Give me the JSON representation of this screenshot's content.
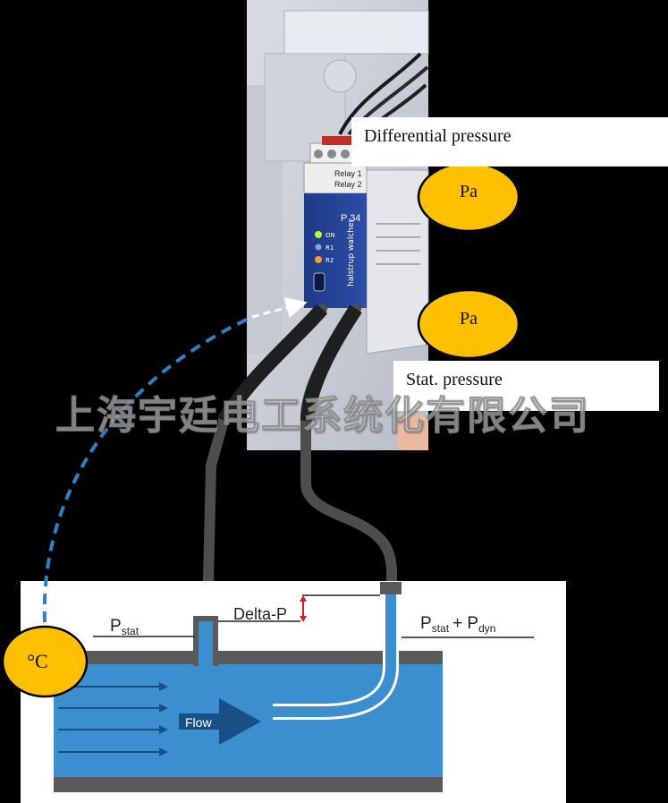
{
  "labels": {
    "differential_pressure": "Differential pressure",
    "static_pressure": "Stat. pressure"
  },
  "sensor_badges": {
    "pa_top": "Pa",
    "pa_bottom": "Pa",
    "temperature": "°C"
  },
  "device": {
    "relay1": "Relay 1",
    "relay2": "Relay 2",
    "model": "P 34",
    "led_on": "ON",
    "led_r1": "R1",
    "led_r2": "R2",
    "brand": "halstrup walcher"
  },
  "diagram": {
    "p_stat": "P",
    "p_stat_sub": "stat",
    "delta_p": "Delta-P",
    "p_stat_dyn_a": "P",
    "p_stat_dyn_a_sub": "stat",
    "plus": "+ P",
    "p_stat_dyn_b_sub": "dyn",
    "flow": "Flow"
  },
  "watermark": "上海宇廷电工系统化有限公司",
  "colors": {
    "badge_fill": "#FFC000",
    "water": "#3b8fcf",
    "pipe_wall": "#595959",
    "hose": "#4d4d4d",
    "dashed_link": "#2f7fc4",
    "device_blue": "#243f8f"
  }
}
